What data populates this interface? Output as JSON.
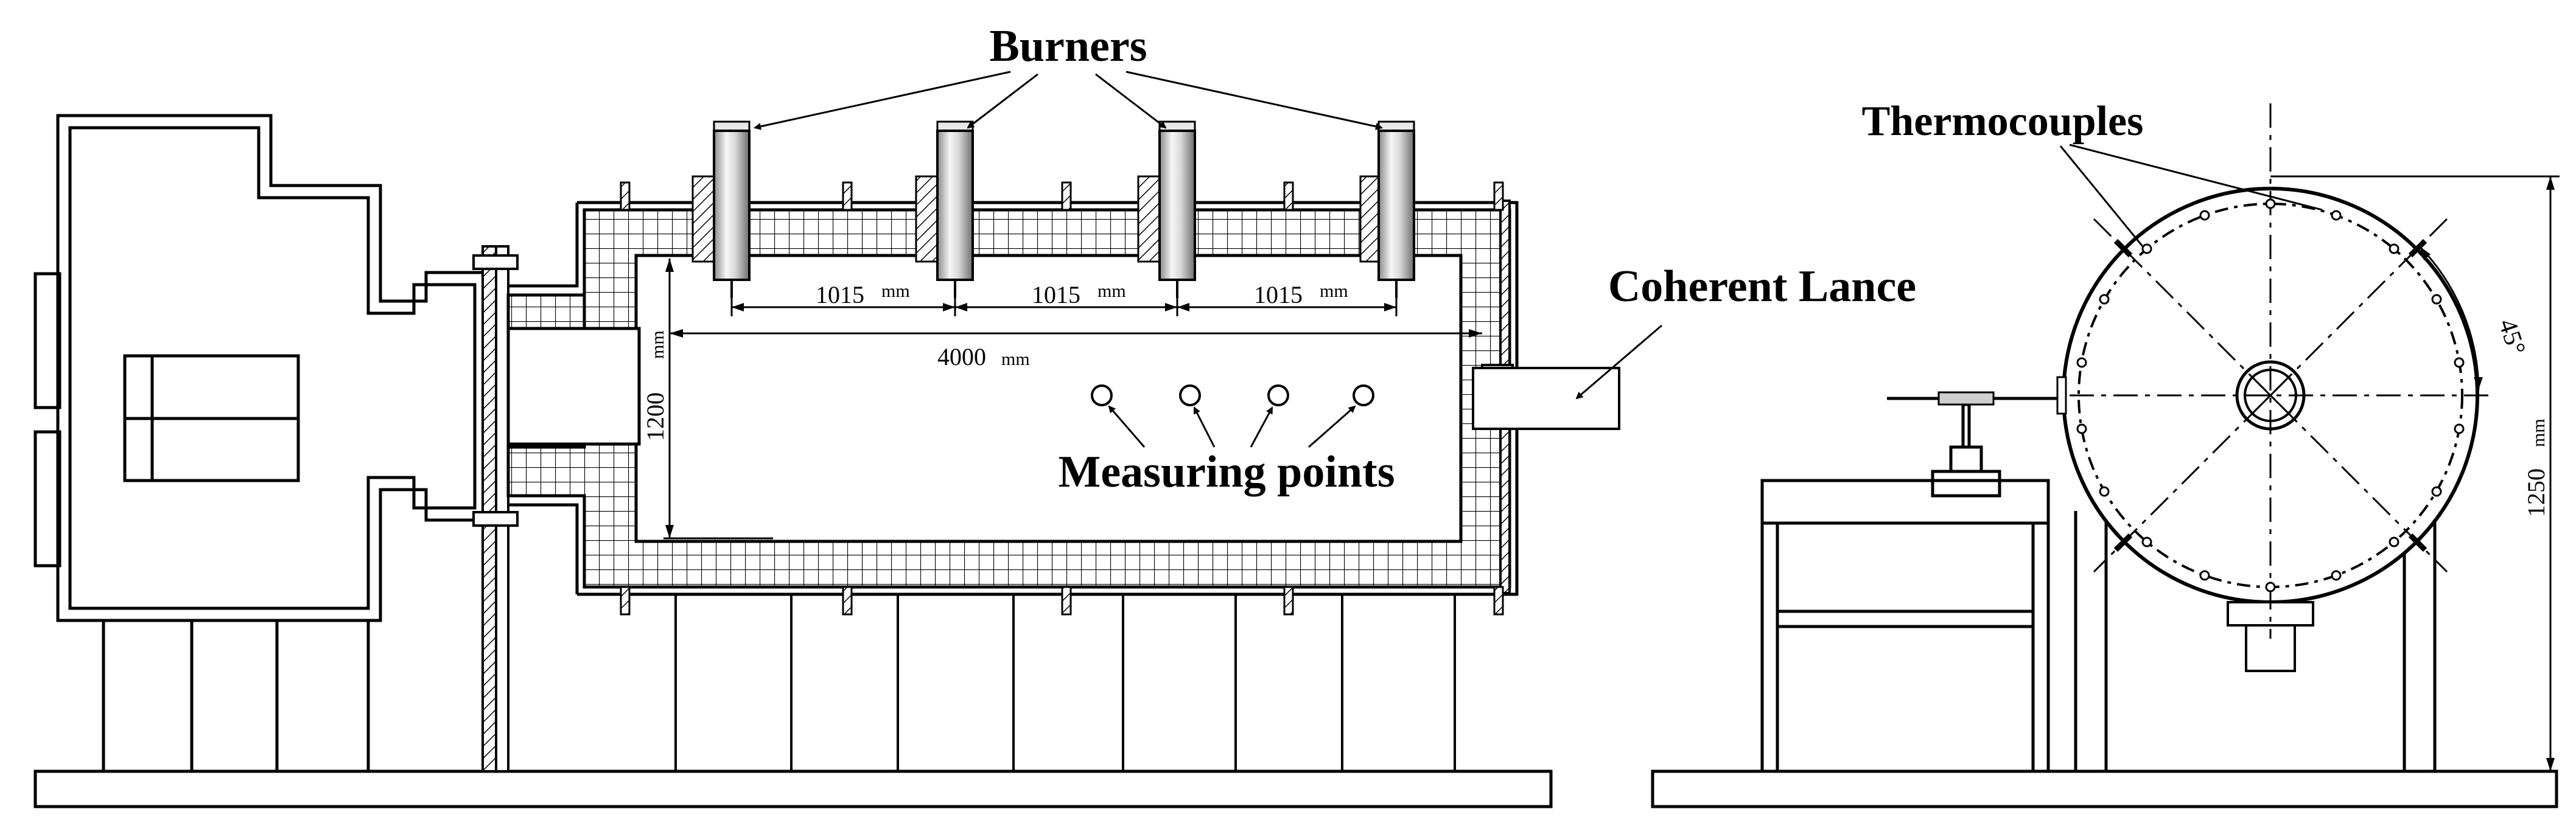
{
  "labels": {
    "burners": "Burners",
    "thermocouples": "Thermocouples",
    "coherent_lance": "Coherent Lance",
    "measuring_points": "Measuring points"
  },
  "dimensions": {
    "burner_spacing_value": "1015",
    "burner_spacing_unit": "mm",
    "length_value": "4000",
    "length_unit": "mm",
    "height_value": "1200",
    "height_unit": "mm",
    "outer_height_value": "1250",
    "outer_height_unit": "mm",
    "angle": "45°"
  }
}
